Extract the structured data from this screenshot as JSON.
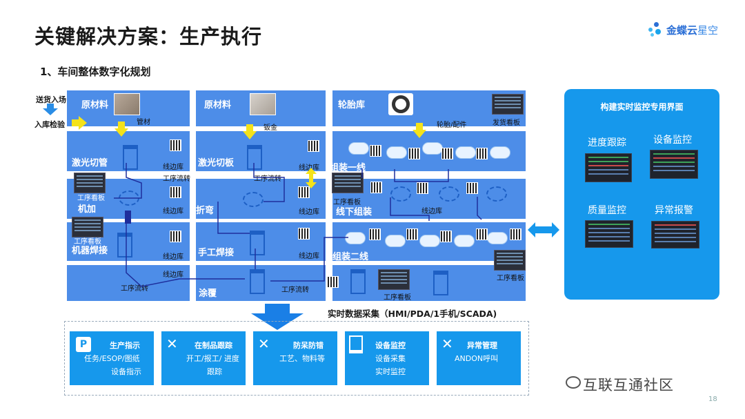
{
  "title": "关键解决方案：生产执行",
  "subtitle": "1、车间整体数字化规划",
  "logo": {
    "brand": "金蝶云",
    "product": "星空"
  },
  "left_labels": {
    "receive": "送货入场",
    "inspect": "入库检验"
  },
  "col1": {
    "raw": "原材料",
    "raw_sub": "管材",
    "laser": "激光切管",
    "edge1": "线边库",
    "flow1": "工序流转",
    "board1": "工序看板",
    "machining": "机加",
    "edge2": "线边库",
    "board2": "工序看板",
    "welding": "机器焊接",
    "edge3": "线边库",
    "edge4": "线边库",
    "flow2": "工序流转"
  },
  "col2": {
    "raw": "原材料",
    "raw_sub": "钣金",
    "laser": "激光切板",
    "edge1": "线边库",
    "flow1": "工序流转",
    "bend": "折弯",
    "edge2": "线边库",
    "manual_weld": "手工焊接",
    "edge3": "线边库",
    "coating": "涂覆",
    "flow2": "工序流转"
  },
  "col3": {
    "tire": "轮胎库",
    "tire_sub": "轮胎/配件",
    "ship_board": "发货看板",
    "line1": "组装一线",
    "board1": "工序看板",
    "offline": "线下组装",
    "edge": "线边库",
    "line2": "组装二线",
    "board2": "工序看板",
    "board3": "工序看板"
  },
  "right_panel": {
    "title": "构建实时监控专用界面",
    "items": [
      "进度跟踪",
      "设备监控",
      "质量监控",
      "异常报警"
    ]
  },
  "collect_label": "实时数据采集（HMI/PDA/1手机/SCADA)",
  "features": [
    {
      "icon": "powerpoint-icon",
      "title": "生产指示",
      "lines": [
        "任务/ESOP/图纸",
        "设备指示"
      ]
    },
    {
      "icon": "tools-icon",
      "title": "在制品跟踪",
      "lines": [
        "开工/报工/ 进度",
        "跟踪"
      ]
    },
    {
      "icon": "tools-icon",
      "title": "防呆防错",
      "lines": [
        "工艺、物料等"
      ]
    },
    {
      "icon": "equipment-icon",
      "title": "设备监控",
      "lines": [
        "设备采集",
        "实时监控"
      ]
    },
    {
      "icon": "tools-icon",
      "title": "异常管理",
      "lines": [
        "ANDON呼叫"
      ]
    }
  ],
  "watermark": "互联互通社区",
  "page_number": "18",
  "colors": {
    "primary_blue": "#1698ec",
    "lane_blue": "#4d8de8",
    "arrow_yellow": "#f4e21a",
    "line_navy": "#1e2e9c"
  }
}
